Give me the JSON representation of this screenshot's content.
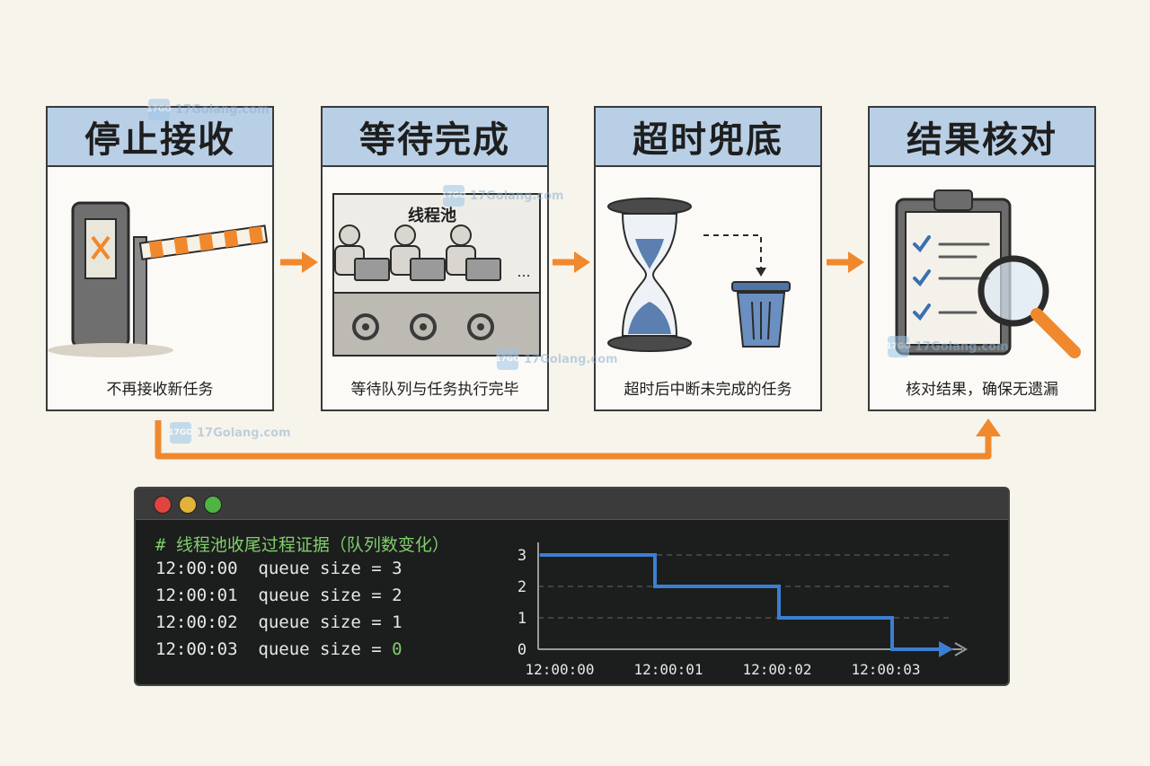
{
  "watermark": {
    "text": "17Golang.com",
    "logo": "17GO"
  },
  "steps": [
    {
      "title": "停止接收",
      "caption": "不再接收新任务",
      "icon": "barrier-gate-icon"
    },
    {
      "title": "等待完成",
      "caption": "等待队列与任务执行完毕",
      "icon": "thread-pool-icon",
      "label": "线程池",
      "ellipsis": "..."
    },
    {
      "title": "超时兜底",
      "caption": "超时后中断未完成的任务",
      "icon": "hourglass-trash-icon"
    },
    {
      "title": "结果核对",
      "caption": "核对结果，确保无遗漏",
      "icon": "clipboard-magnifier-icon"
    }
  ],
  "terminal": {
    "comment": "# 线程池收尾过程证据（队列数变化）",
    "lines": [
      {
        "time": "12:00:00",
        "text": "queue size = ",
        "value": "3"
      },
      {
        "time": "12:00:01",
        "text": "queue size = ",
        "value": "2"
      },
      {
        "time": "12:00:02",
        "text": "queue size = ",
        "value": "1"
      },
      {
        "time": "12:00:03",
        "text": "queue size = ",
        "value": "0"
      }
    ]
  },
  "chart_data": {
    "type": "line",
    "step": true,
    "x": [
      "12:00:00",
      "12:00:01",
      "12:00:02",
      "12:00:03"
    ],
    "series": [
      {
        "values": [
          3,
          2,
          1,
          0
        ]
      }
    ],
    "yticks": [
      "0",
      "1",
      "2",
      "3"
    ],
    "ylim": [
      0,
      3
    ],
    "grid": true,
    "color": "#3b7fd1"
  },
  "colors": {
    "accent_orange": "#f0882d",
    "title_blue": "#b9cfe6",
    "line_blue": "#3b7fd1"
  }
}
